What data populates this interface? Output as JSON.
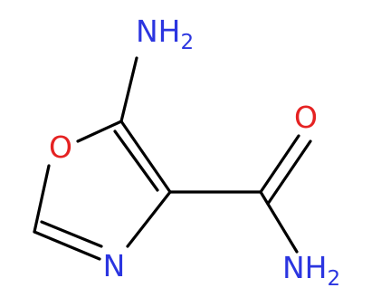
{
  "colors": {
    "nitrogen": "#2B35E0",
    "oxygen": "#E52222",
    "bond": "#000000",
    "background": "#FFFFFF"
  },
  "atoms": {
    "amino_top": {
      "main": "NH",
      "sub": "2",
      "element": "N"
    },
    "ring_oxygen": {
      "main": "O",
      "element": "O"
    },
    "carbonyl_oxygen": {
      "main": "O",
      "element": "O"
    },
    "ring_nitrogen": {
      "main": "N",
      "element": "N"
    },
    "amide_nitrogen": {
      "main": "NH",
      "sub": "2",
      "element": "N"
    }
  }
}
